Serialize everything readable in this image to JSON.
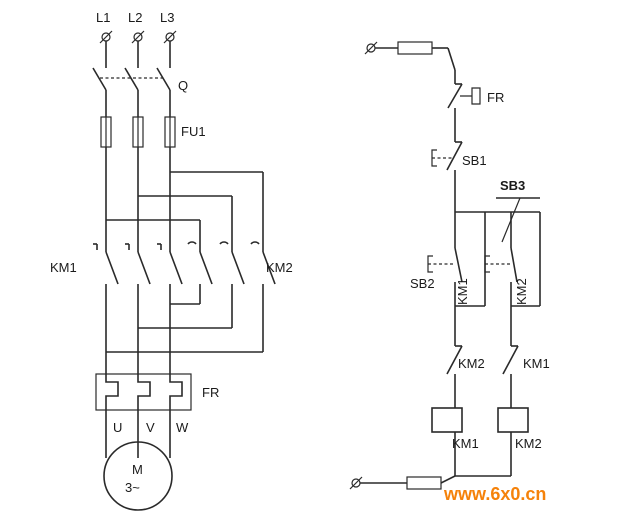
{
  "main_circuit": {
    "phases": [
      "L1",
      "L2",
      "L3"
    ],
    "breaker": "Q",
    "fuse": "FU1",
    "contactor_left": "KM1",
    "contactor_right": "KM2",
    "overload": "FR",
    "terminals": [
      "U",
      "V",
      "W"
    ],
    "motor_letter": "M",
    "motor_sub": "3~"
  },
  "control_circuit": {
    "overload_contact": "FR",
    "stop_button": "SB1",
    "reverse_button": "SB3",
    "forward_button": "SB2",
    "hold_km1": "KM1",
    "hold_km2": "KM2",
    "interlock_km2": "KM2",
    "interlock_km1": "KM1",
    "coil_km1": "KM1",
    "coil_km2": "KM2"
  },
  "watermark": "www.6x0.cn"
}
